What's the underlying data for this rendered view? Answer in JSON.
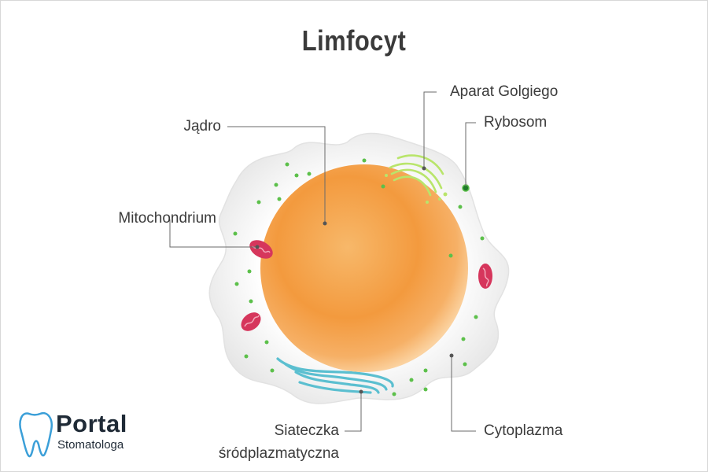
{
  "title": "Limfocyt",
  "labels": {
    "aparat_golgiego": "Aparat Golgiego",
    "rybosom": "Rybosom",
    "jadro": "Jądro",
    "mitochondrium": "Mitochondrium",
    "siateczka_line1": "Siateczka",
    "siateczka_line2": "śródplazmatyczna",
    "cytoplazma": "Cytoplazma"
  },
  "logo": {
    "name": "Portal",
    "subtitle": "Stomatologa"
  },
  "colors": {
    "nucleus": "#f39a3e",
    "nucleus_light": "#fbc98c",
    "cytoplasm": "#f0f0f0",
    "mitochondrion": "#d6365c",
    "golgi": "#b9e56b",
    "ribosome": "#5cc04a",
    "er": "#5bbfd0",
    "leader_line": "#6a6a6a",
    "text": "#3b3b3b"
  }
}
